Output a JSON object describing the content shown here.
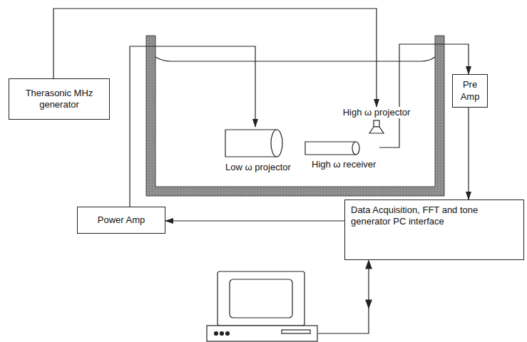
{
  "diagram": {
    "nodes": [
      {
        "text": [
          "Therasonic MHz generator"
        ]
      },
      {
        "text": [
          "High ω projector"
        ]
      },
      {
        "text": [
          "Pre Amp"
        ]
      },
      {
        "text": [
          "Low ω projector"
        ]
      },
      {
        "text": [
          "High ω receiver"
        ]
      },
      {
        "text": [
          "Power Amp"
        ]
      },
      {
        "text": [
          "Data Acquisition, FFT and tone generator PC interface"
        ]
      }
    ],
    "edges": [
      {
        "from": 0,
        "to": 1,
        "arrow": "to"
      },
      {
        "from": 4,
        "to": 2,
        "arrow": "to"
      },
      {
        "from": 2,
        "to": 6,
        "arrow": "to"
      },
      {
        "from": 6,
        "to": 5,
        "arrow": "to"
      },
      {
        "from": 5,
        "to": 3,
        "arrow": "to"
      }
    ]
  }
}
